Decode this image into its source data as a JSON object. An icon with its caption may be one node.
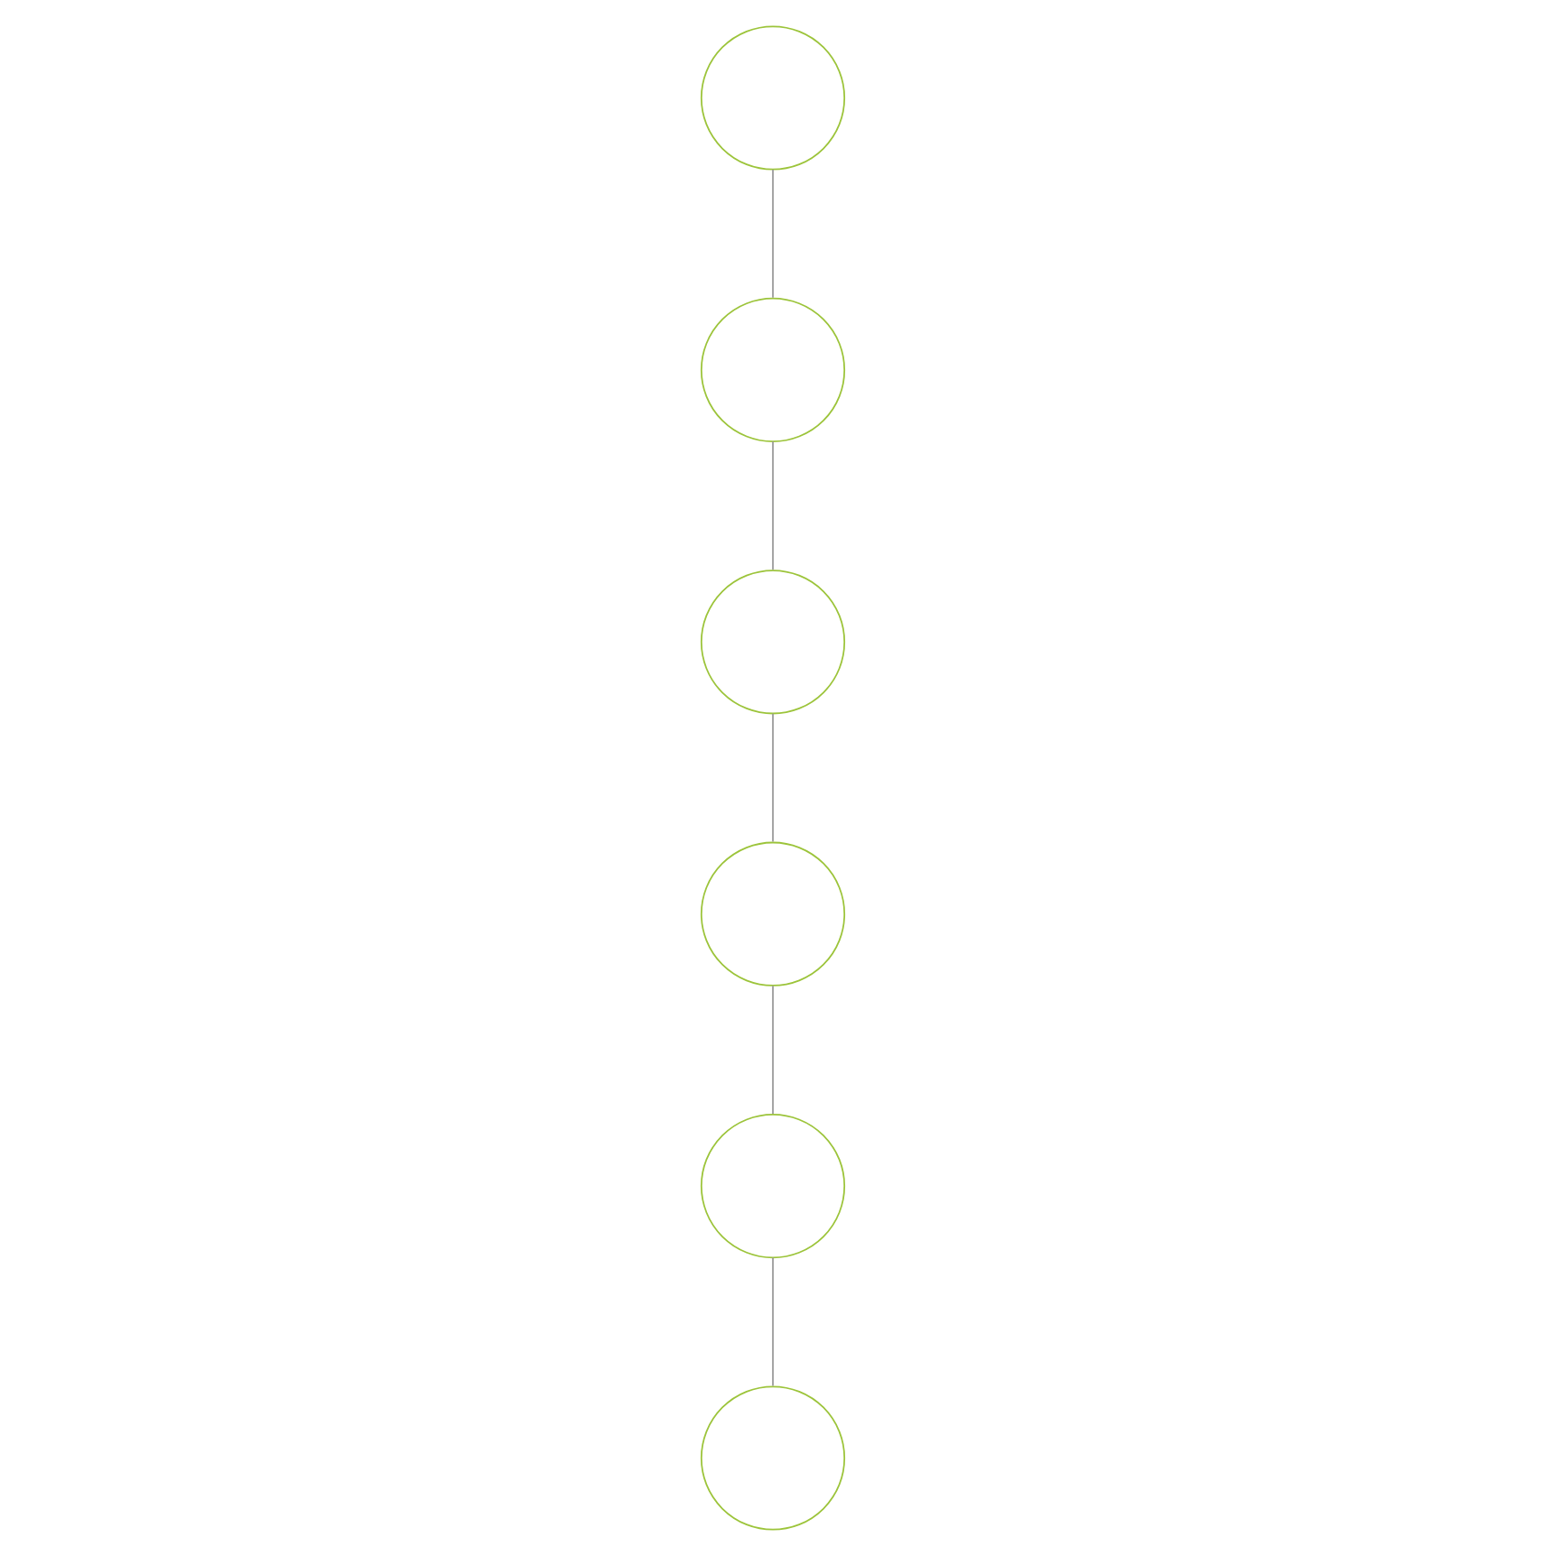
{
  "diagram": {
    "nodes": [
      {
        "text": [],
        "shape": "circle"
      },
      {
        "text": [],
        "shape": "circle"
      },
      {
        "text": [],
        "shape": "circle"
      },
      {
        "text": [],
        "shape": "circle"
      },
      {
        "text": [],
        "shape": "circle"
      },
      {
        "text": [],
        "shape": "circle"
      }
    ],
    "edges": [
      {
        "from": 0,
        "to": 1,
        "arrow": "none"
      },
      {
        "from": 1,
        "to": 2,
        "arrow": "none"
      },
      {
        "from": 2,
        "to": 3,
        "arrow": "none"
      },
      {
        "from": 3,
        "to": 4,
        "arrow": "none"
      },
      {
        "from": 4,
        "to": 5,
        "arrow": "none"
      }
    ]
  }
}
